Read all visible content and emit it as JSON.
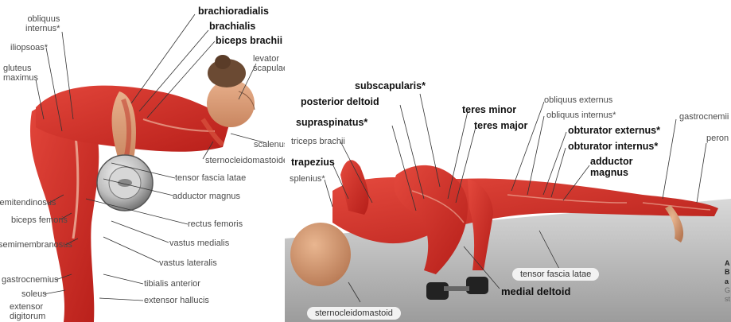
{
  "left_figure": {
    "labels": {
      "obliquus_internus": "obliquus\ninternus*",
      "iliopsoas": "iliopsoas*",
      "gluteus_maximus": "gluteus\nmaximus",
      "brachioradialis": "brachioradialis",
      "brachialis": "brachialis",
      "biceps_brachii": "biceps brachii",
      "levator_scapulae": "levator\nscapulae*",
      "scalenus": "scalenus*",
      "sternocleidomastoideus": "sternocleidomastoideus",
      "tensor_fascia_latae": "tensor fascia latae",
      "adductor_magnus": "adductor magnus",
      "rectus_femoris": "rectus femoris",
      "semitendinosus": "semitendinosus",
      "biceps_femoris": "biceps femoris",
      "vastus_medialis": "vastus medialis",
      "semimembranosus": "semimembranosus",
      "vastus_lateralis": "vastus lateralis",
      "gastrocnemius": "gastrocnemius",
      "tibialis_anterior": "tibialis anterior",
      "soleus": "soleus",
      "extensor_hallucis": "extensor hallucis",
      "extensor_digitorum": "extensor\ndigitorum"
    }
  },
  "right_figure": {
    "labels": {
      "subscapularis": "subscapularis*",
      "posterior_deltoid": "posterior deltoid",
      "supraspinatus": "supraspinatus*",
      "triceps_brachii": "triceps brachii",
      "trapezius": "trapezius",
      "splenius": "splenius*",
      "teres_minor": "teres minor",
      "teres_major": "teres major",
      "obliquus_externus": "obliquus externus",
      "obliquus_internus": "obliquus internus*",
      "obturator_externus": "obturator externus*",
      "obturator_internus": "obturator internus*",
      "adductor_magnus": "adductor\nmagnus",
      "gastrocnemii": "gastrocnemii",
      "peroneus": "peron",
      "tensor_fascia_latae": "tensor fascia latae",
      "medial_deltoid": "medial deltoid",
      "sternocleidomastoid": "sternocleidomastoid"
    },
    "edge_text": [
      "A",
      "B",
      "a",
      "G",
      "st"
    ]
  }
}
